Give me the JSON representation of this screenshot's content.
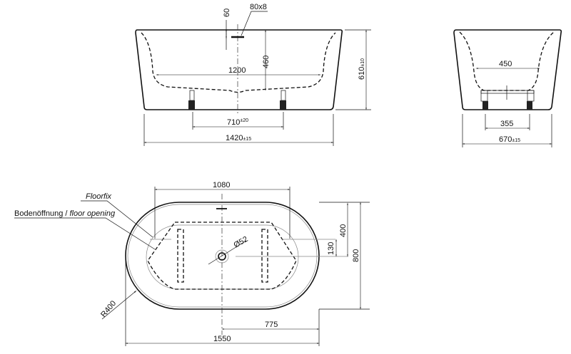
{
  "front_view": {
    "overflow_height": "60",
    "overflow_size": "80x8",
    "inner_depth": "460",
    "inner_length": "1200",
    "height": "610",
    "height_tol": "±10",
    "feet_spacing": "710",
    "feet_tol": "±20",
    "length": "1420",
    "length_tol": "±15"
  },
  "side_view": {
    "inner_width": "450",
    "feet_spacing": "355",
    "width": "670",
    "width_tol": "±15"
  },
  "top_view": {
    "floorfix_label": "Floorfix",
    "floor_opening_label_de": "Bodenöffnung / ",
    "floor_opening_label_en": "floor opening",
    "opening_length": "1080",
    "drain_diameter": "Ø52",
    "drain_offset": "130",
    "half_width": "400",
    "width": "800",
    "half_length": "775",
    "length": "1550",
    "radius": "R400"
  }
}
